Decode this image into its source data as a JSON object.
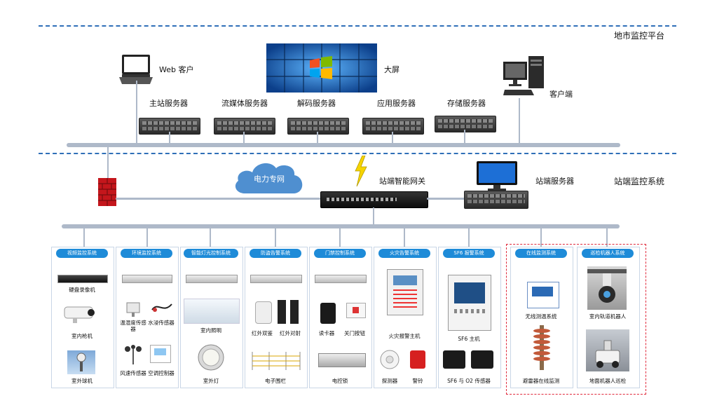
{
  "tiers": {
    "top": "地市监控平台",
    "station": "站端监控系统"
  },
  "top": {
    "web_client": "Web 客户",
    "big_screen": "大屏",
    "client": "客户端",
    "servers": [
      "主站服务器",
      "流媒体服务器",
      "解码服务器",
      "应用服务器",
      "存储服务器"
    ]
  },
  "middle": {
    "cloud": "电力专网",
    "gateway": "站端智能网关",
    "station_server": "站端服务器"
  },
  "subsystems": [
    {
      "title": "视频监控系统",
      "devices": [
        "硬盘录像机",
        "室内枪机",
        "室外球机"
      ]
    },
    {
      "title": "环境监控系统",
      "devices": [
        "温湿度传感器",
        "水浸传感器",
        "风速传感器",
        "空调控制器"
      ]
    },
    {
      "title": "智能灯光控制系统",
      "devices": [
        "室内照明",
        "室外灯"
      ]
    },
    {
      "title": "防盗告警系统",
      "devices": [
        "红外双鉴",
        "红外对射",
        "电子围栏"
      ]
    },
    {
      "title": "门禁控制系统",
      "devices": [
        "读卡器",
        "关门按钮",
        "电控锁"
      ]
    },
    {
      "title": "火灾告警系统",
      "devices": [
        "火灾报警主机",
        "探测器",
        "警铃"
      ]
    },
    {
      "title": "SF6 报警系统",
      "devices": [
        "SF6 主机",
        "SF6 与 O2 传感器"
      ]
    },
    {
      "title": "在线监测系统",
      "devices": [
        "无线测温系统",
        "避雷器在线监测"
      ]
    },
    {
      "title": "巡检机器人系统",
      "devices": [
        "室内轨道机器人",
        "地面机器人巡检"
      ]
    }
  ],
  "colors": {
    "bus": "#aeb9c9",
    "dash": "#2f6fb8",
    "title_pill": "#1e8bd8",
    "red_box": "#e0283a",
    "cloud": "#4f8fd0"
  }
}
